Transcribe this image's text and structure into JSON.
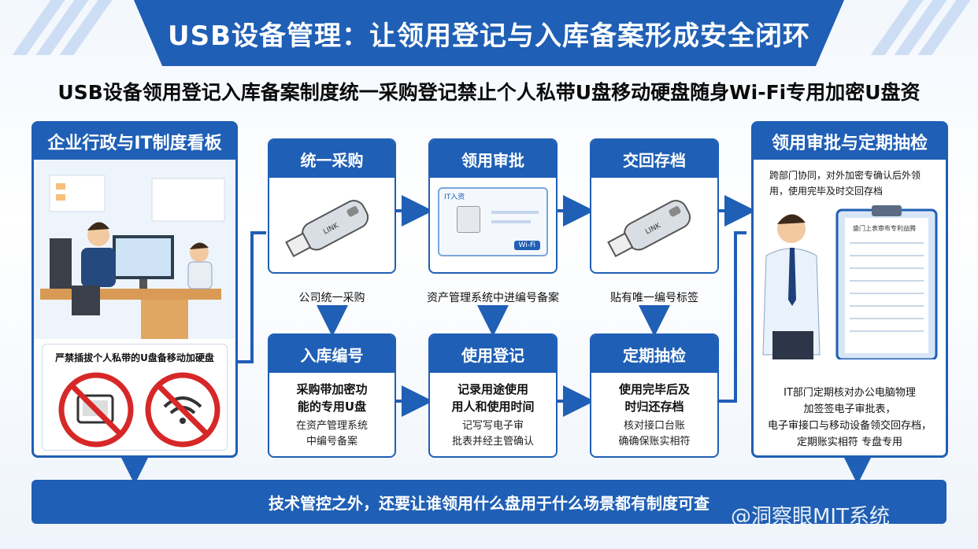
{
  "title": "USB设备管理：让领用登记与入库备案形成安全闭环",
  "subtitle": "USB设备领用登记入库备案制度统一采购登记禁止个人私带U盘移动硬盘随身Wi-Fi专用加密U盘资",
  "left_panel": {
    "heading": "企业行政与IT制度看板",
    "warning": "严禁插拔个人私带的U盘备移动加硬盘"
  },
  "right_panel": {
    "heading": "领用审批与定期抽检",
    "intro": [
      "跨部门协同，对外加密专确认后外领",
      "用，使用完毕及时交回存档"
    ],
    "clipboard_title": "盛门上表审布专利益腾",
    "body": [
      "IT部门定期核对办公电脑物理",
      "加签签电子审批表，",
      "电子审接口与移动设备领交回存档，",
      "定期账实相符 专盘专用"
    ]
  },
  "top_boxes": [
    {
      "heading": "统一采购",
      "caption": "公司统一采购"
    },
    {
      "heading": "领用审批",
      "caption": "资产管理系统中进编号备案",
      "screen_title": "IT入资",
      "screen_label": "Wi-Fi"
    },
    {
      "heading": "交回存档",
      "caption": "贴有唯一编号标签"
    }
  ],
  "bottom_boxes": [
    {
      "heading": "入库编号",
      "bold": [
        "采购带加密功",
        "能的专用U盘"
      ],
      "small": [
        "在资产管理系统",
        "中编号备案"
      ]
    },
    {
      "heading": "使用登记",
      "bold": [
        "记录用途使用",
        "用人和使用时间"
      ],
      "small": [
        "记写写电子审",
        "批表并经主管确认"
      ]
    },
    {
      "heading": "定期抽检",
      "bold": [
        "使用完毕后及",
        "时归还存档"
      ],
      "small": [
        "核对接口台账",
        "确确保账实相符"
      ]
    }
  ],
  "bottom_bar": "技术管控之外，还要让谁领用什么盘用于什么场景都有制度可查",
  "watermark": "@洞察眼MIT系统",
  "usb_mark": "LINK",
  "colors": {
    "primary": "#1f5fb5",
    "warning": "#d62828",
    "background": "#f2f7fd"
  }
}
